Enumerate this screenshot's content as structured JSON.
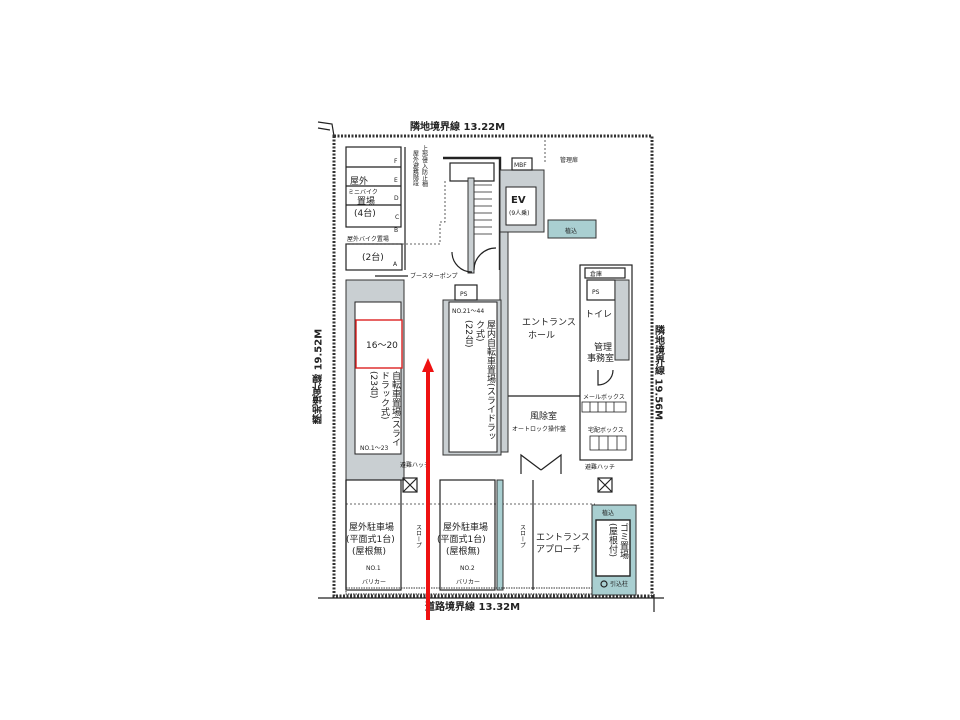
{
  "plan": {
    "boundary_top": "隣地境界線 13.22M",
    "boundary_bottom": "道路境界線 13.32M",
    "boundary_left": "隣地境界線 19.52M",
    "boundary_right": "隣地境界線 19.56M",
    "outdoor_minibike": [
      "屋外",
      "ミニバイク",
      "置場",
      "(4台)"
    ],
    "minibike_slots": [
      "F",
      "E",
      "D",
      "C",
      "B",
      "A"
    ],
    "outdoor_bike": "屋外バイク置場",
    "outdoor_bike_count": "(2台)",
    "booster_pump": "ブースターポンプ",
    "outdoor_stairs": "屋外避難階段",
    "stairs_note": "上部侵入防止柵",
    "mbf": "MBF",
    "ev": "EV",
    "ev_capacity": "(9人乗)",
    "planting_top": "植込",
    "mgmt_door": "管理扉",
    "storage": "倉庫",
    "ps": "PS",
    "toilet": "トイレ",
    "mgmt_office": [
      "管理",
      "事務室"
    ],
    "entrance_hall": [
      "エントランス",
      "ホール"
    ],
    "windbreak": "風除室",
    "autolock": "オートロック操作盤",
    "mailbox": "メールボックス",
    "delivery_box": "宅配ボックス",
    "bike_left_nos": "NO.1〜23",
    "bike_left_label": "自転車置場(スライドラック式)",
    "bike_left_count": "(23台)",
    "bike_center_nos": "NO.21〜44",
    "bike_center_label": "屋内自転車置場(スライドラック式)",
    "bike_center_count": "(22台)",
    "hatch": "避難ハッチ",
    "parking1": [
      "屋外駐車場",
      "(平面式1台)",
      "(屋根無)"
    ],
    "parking1_no": "NO.1",
    "parking2": [
      "屋外駐車場",
      "(平面式1台)",
      "(屋根無)"
    ],
    "parking2_no": "NO.2",
    "barrier": "バリカー",
    "slope": "スロープ",
    "entrance_approach": [
      "エントランス",
      "アプローチ"
    ],
    "garbage": "ゴミ置場",
    "garbage_roof": "(屋根付)",
    "planting_right": "植込",
    "hydrant": "引込柱",
    "highlight_label": "16〜20"
  },
  "colors": {
    "highlight": "#dd2222",
    "arrow": "#ee1111",
    "planting": "#a9cfd1",
    "wall": "#c9cfd2"
  }
}
